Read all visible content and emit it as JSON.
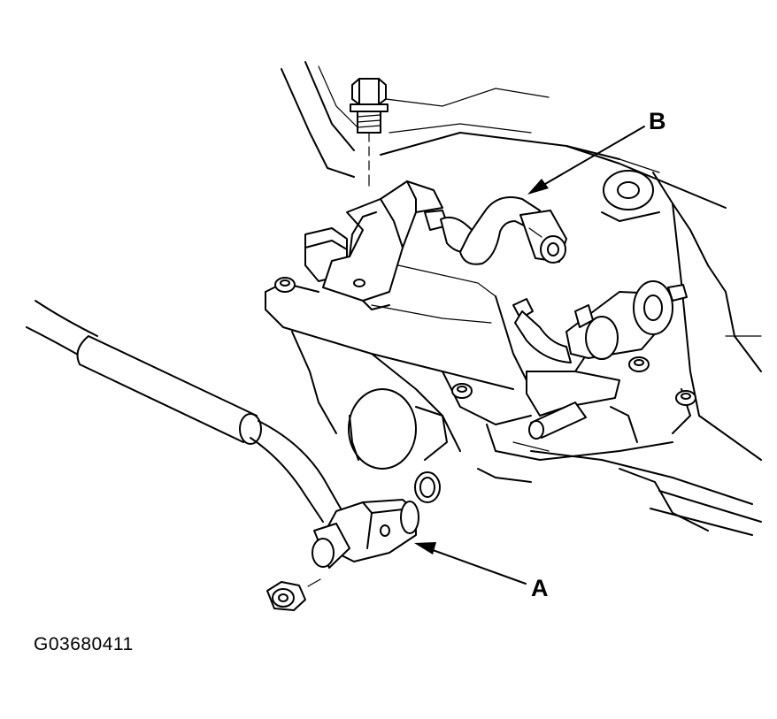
{
  "labels": {
    "a": "A",
    "b": "B"
  },
  "figure_code": "G03680411",
  "colors": {
    "line": "#000000",
    "background": "#ffffff"
  }
}
